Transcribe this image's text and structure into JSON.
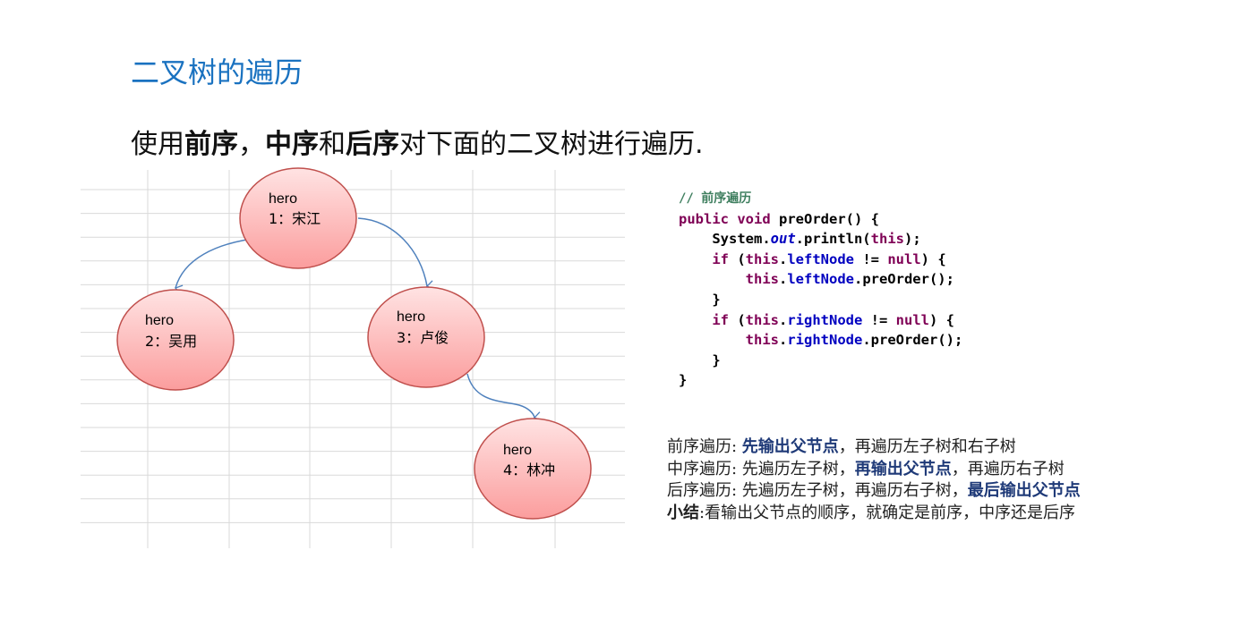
{
  "title": "二叉树的遍历",
  "subtitle": {
    "p1": "使用",
    "b1": "前序",
    "p2": "，",
    "b2": "中序",
    "p3": "和",
    "b3": "后序",
    "p4": "对下面的二叉树进行遍历."
  },
  "tree": {
    "nodes": [
      {
        "label": "hero",
        "value": "1：宋江"
      },
      {
        "label": "hero",
        "value": "2：吴用"
      },
      {
        "label": "hero",
        "value": "3：卢俊"
      },
      {
        "label": "hero",
        "value": "4：林冲"
      }
    ],
    "colors": {
      "node_fill_top": "#ffe0e0",
      "node_fill_bottom": "#fb9f9f",
      "node_stroke": "#c0504d",
      "arrow": "#4f81bd",
      "grid": "#d9d9d9"
    }
  },
  "code": {
    "comment": "// 前序遍历",
    "lines": [
      "public",
      "void preOrder() {",
      "System.",
      "out",
      ".println(",
      "this",
      ");",
      "if (",
      "this",
      ".",
      "leftNode",
      " != ",
      "null",
      ") {",
      "this",
      ".",
      "leftNode",
      ".preOrder();",
      "}",
      "if (",
      "this",
      ".",
      "rightNode",
      " != ",
      "null",
      ") {",
      "this",
      ".",
      "rightNode",
      ".preOrder();",
      "}",
      "}"
    ]
  },
  "notes": [
    {
      "prefix": "前序遍历: ",
      "bold": "先输出父节点",
      "rest": "，再遍历左子树和右子树"
    },
    {
      "prefix": "中序遍历: 先遍历左子树，",
      "bold": "再输出父节点",
      "rest": "，再遍历右子树"
    },
    {
      "prefix": "后序遍历: 先遍历左子树，再遍历右子树，",
      "bold": "最后输出父节点",
      "rest": ""
    },
    {
      "prefix": "小结",
      "rest": ":看输出父节点的顺序，就确定是前序，中序还是后序"
    }
  ]
}
